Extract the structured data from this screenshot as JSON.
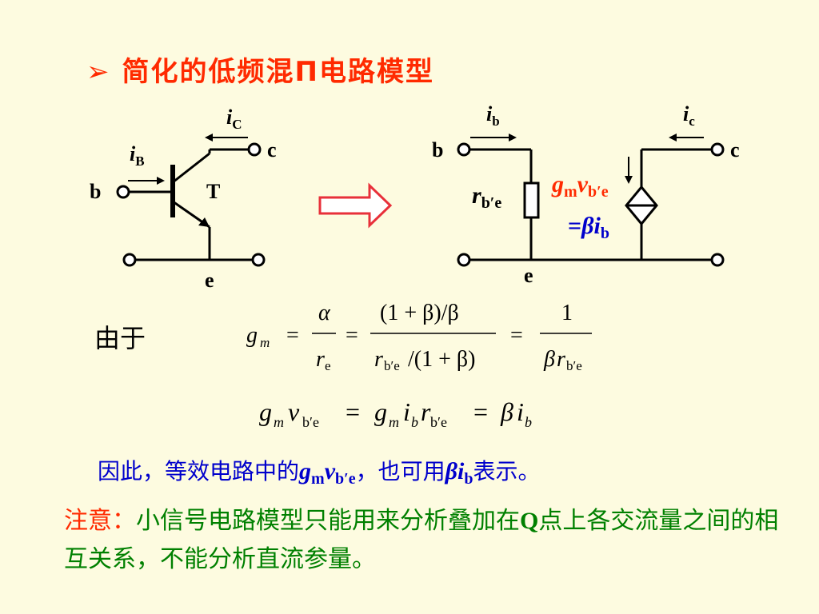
{
  "title": {
    "bullet": "➢",
    "text": "简化的低频混Π电路模型"
  },
  "left_circuit": {
    "i_c": "i",
    "i_c_sub": "C",
    "i_b": "i",
    "i_b_sub": "B",
    "c": "c",
    "b": "b",
    "T": "T",
    "e": "e"
  },
  "right_circuit": {
    "i_b": "i",
    "i_b_sub": "b",
    "i_c": "i",
    "i_c_sub": "c",
    "b": "b",
    "c": "c",
    "e": "e",
    "r": "r",
    "r_sub": "b′e",
    "gm": "g",
    "gm_sub": "m",
    "v": "v",
    "v_sub": "b′e",
    "eq": "=",
    "beta": "β",
    "ib": "i",
    "ib_sub": "b"
  },
  "youyu": "由于",
  "blue_line": {
    "part1": "因此，等效电路中的",
    "gm": "g",
    "gm_sub": "m",
    "v": "v",
    "v_sub": "b′e",
    "part2": "，也可用",
    "beta": "β",
    "i": "i",
    "i_sub": "b",
    "part3": "表示。"
  },
  "note": {
    "label": "注意：",
    "text1": "小信号电路模型只能用来分析叠加在",
    "q": "Q",
    "text2": "点上各交流量之间的相互关系，不能分析直流参量。"
  },
  "eq1": {
    "lhs": "g",
    "lhs_sub": "m",
    "eq": "=",
    "alpha": "α",
    "re": "r",
    "re_sub": "e",
    "num2": "(1 + β)/β",
    "den2_r": "r",
    "den2_sub": "b′e",
    "den2_rest": "/(1 + β)",
    "one": "1",
    "den3_beta": "β",
    "den3_r": "r",
    "den3_sub": "b′e"
  },
  "eq2": {
    "g": "g",
    "m": "m",
    "v": "v",
    "sub": "b′e",
    "eq": "=",
    "i": "i",
    "b": "b",
    "r": "r",
    "beta": "β"
  }
}
